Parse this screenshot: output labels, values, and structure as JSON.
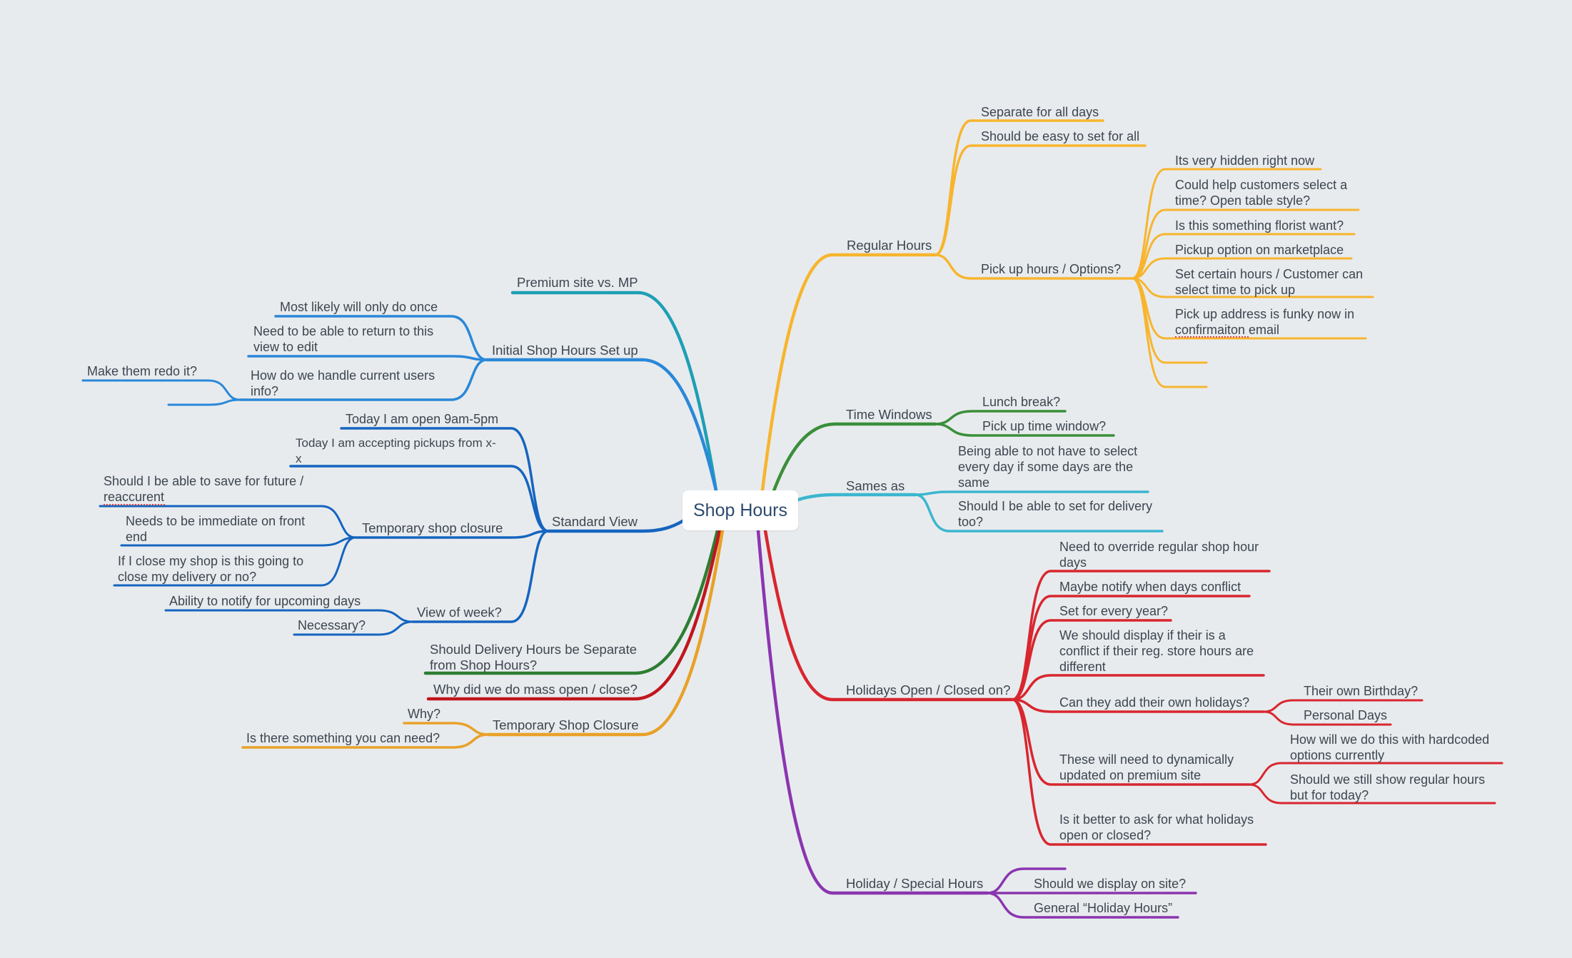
{
  "root": "Shop Hours",
  "colors": {
    "yellow": "#f7b52e",
    "green": "#3a8f3a",
    "teal": "#3bb6cf",
    "red": "#d8262f",
    "purple": "#8b35b0",
    "cyan_teal": "#1e9fb5",
    "blue": "#2a88d8",
    "navy": "#1565c0",
    "dkgreen": "#2e7d32",
    "dkred": "#c0161d",
    "orange": "#e8a128"
  },
  "nodes": {
    "regular_hours": "Regular Hours",
    "separate_all_days": "Separate for all days",
    "easy_set_all": "Should be easy to set for all",
    "pickup_hours": "Pick up hours / Options?",
    "hidden_now": "Its very hidden right now",
    "help_customers_1": "Could help customers select a",
    "help_customers_2": "time? Open table style?",
    "florist_want": "Is this something florist want?",
    "pickup_marketplace": "Pickup option on marketplace",
    "set_hours_1": "Set certain hours / Customer can",
    "set_hours_2": "select time to pick up",
    "pickup_address_1": "Pick up address is funky now in",
    "pickup_address_2": "confirmaiton email",
    "time_windows": "Time Windows",
    "lunch_break": "Lunch break?",
    "pickup_window": "Pick up time window?",
    "sames_as": "Sames as",
    "not_select_1": "Being able to not have to select",
    "not_select_2": "every day if some days are the",
    "not_select_3": "same",
    "set_delivery_1": "Should I be able to set for delivery",
    "set_delivery_2": "too?",
    "holidays": "Holidays Open / Closed on?",
    "override_1": "Need to override regular shop hour",
    "override_2": "days",
    "notify_conflict": "Maybe notify when days conflict",
    "every_year": "Set for every year?",
    "display_conflict_1": "We should display if their is a",
    "display_conflict_2": "conflict if their reg. store hours are",
    "display_conflict_3": "different",
    "own_holidays": "Can they add their own holidays?",
    "own_birthday": "Their own Birthday?",
    "personal_days": "Personal Days",
    "dynamic_1": "These will need to dynamically",
    "dynamic_2": "updated on premium site",
    "hardcoded_1": "How will we do this with hardcoded",
    "hardcoded_2": "options currently",
    "regular_today_1": "Should we still show regular hours",
    "regular_today_2": "but for today?",
    "better_ask_1": "Is it better to ask for what holidays",
    "better_ask_2": "open or closed?",
    "holiday_special": "Holiday / Special Hours",
    "display_site": "Should we display on site?",
    "general_holiday": "General “Holiday Hours”",
    "premium_mp": "Premium site vs. MP",
    "initial_setup": "Initial Shop Hours Set up",
    "only_once": "Most likely will only do once",
    "return_view_1": "Need to be able to return to this",
    "return_view_2": "view to edit",
    "current_users_1": "How do we handle current users",
    "current_users_2": "info?",
    "redo": "Make them redo it?",
    "standard_view": "Standard View",
    "open_9_5": "Today I am open 9am-5pm",
    "accepting_1": "Today I am accepting pickups from x-",
    "accepting_2": "x",
    "temp_closure": "Temporary shop closure",
    "save_future_1": "Should I be able to save for future /",
    "save_future_2": "reaccurent",
    "immediate_1": "Needs to be immediate on front",
    "immediate_2": "end",
    "close_delivery_1": "If I close my shop is this going to",
    "close_delivery_2": "close my delivery or no?",
    "view_week": "View of week?",
    "notify_upcoming": "Ability to notify for upcoming days",
    "necessary": "Necessary?",
    "delivery_separate_1": "Should Delivery Hours be Separate",
    "delivery_separate_2": "from Shop Hours?",
    "mass_open": "Why did we do mass open / close?",
    "temp_shop_closure": "Temporary Shop Closure",
    "why": "Why?",
    "something_need": "Is there something you can need?"
  }
}
